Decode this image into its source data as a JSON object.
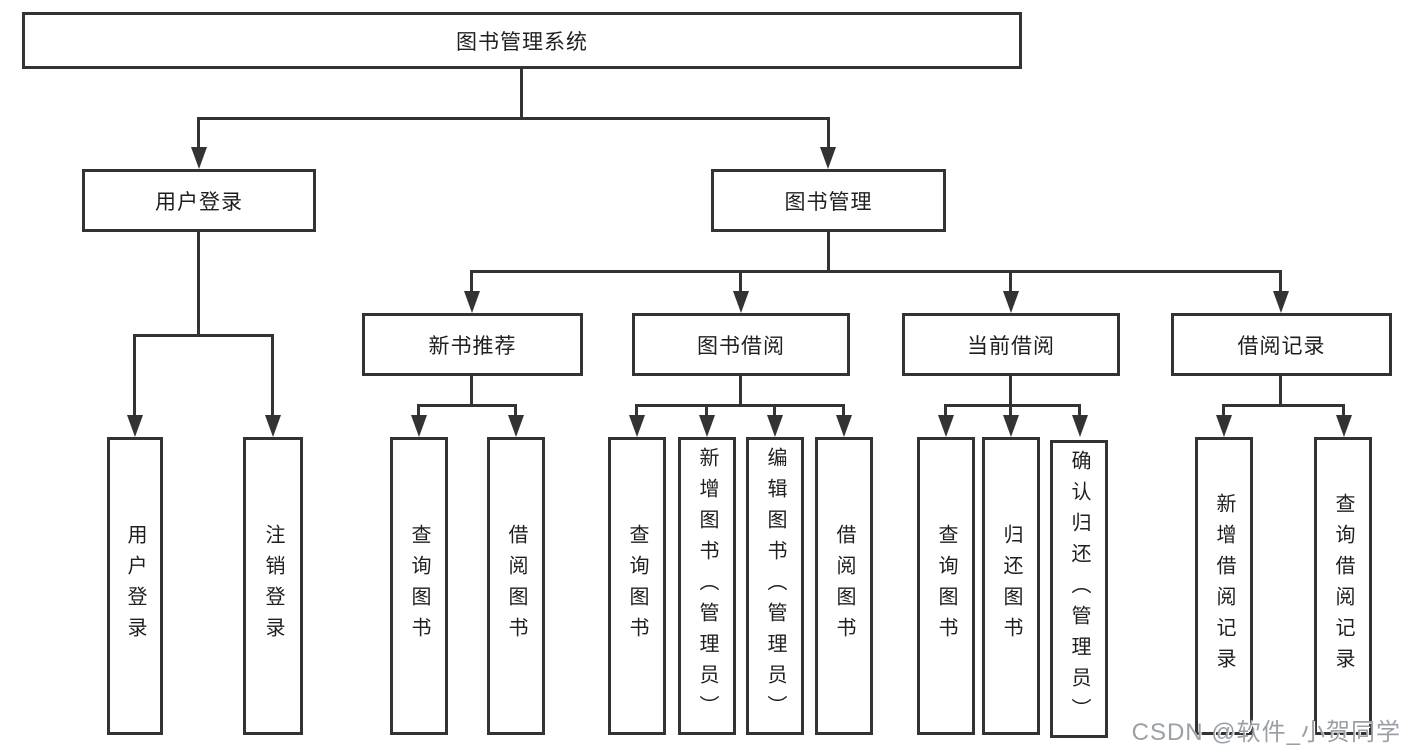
{
  "tree": {
    "root": {
      "label": "图书管理系统"
    },
    "branches": [
      {
        "label": "用户登录",
        "children": [
          "用户登录",
          "注销登录"
        ]
      },
      {
        "label": "图书管理",
        "children": [
          {
            "label": "新书推荐",
            "children": [
              "查询图书",
              "借阅图书"
            ]
          },
          {
            "label": "图书借阅",
            "children": [
              "查询图书",
              "新增图书（管理员）",
              "编辑图书（管理员）",
              "借阅图书"
            ]
          },
          {
            "label": "当前借阅",
            "children": [
              "查询图书",
              "归还图书",
              "确认归还（管理员）"
            ]
          },
          {
            "label": "借阅记录",
            "children": [
              "新增借阅记录",
              "查询借阅记录"
            ]
          }
        ]
      }
    ]
  },
  "watermark": {
    "text": "CSDN @软件_小贺同学"
  },
  "colors": {
    "line": "#333333",
    "text": "#1f1f1f",
    "background": "#ffffff",
    "watermark": "#9aa0a6"
  }
}
